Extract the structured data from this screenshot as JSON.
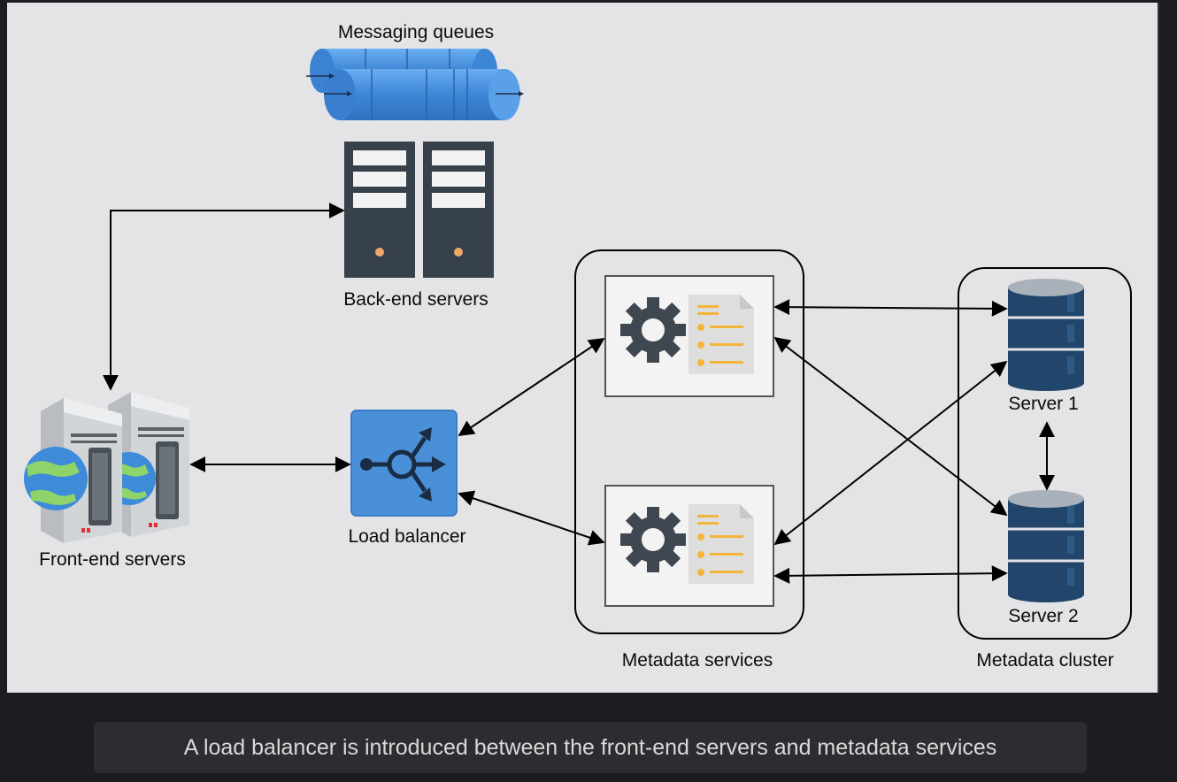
{
  "diagram": {
    "labels": {
      "messaging_queues": "Messaging queues",
      "backend_servers": "Back-end servers",
      "frontend_servers": "Front-end servers",
      "load_balancer": "Load balancer",
      "metadata_services": "Metadata services",
      "metadata_cluster": "Metadata cluster",
      "server1": "Server 1",
      "server2": "Server 2"
    },
    "icons": {
      "messaging_queues": "pipe-icon",
      "backend_servers": "server-tower-icon",
      "frontend_servers": "web-server-icon",
      "load_balancer": "load-balancer-icon",
      "metadata_service": "gear-document-icon",
      "database": "database-icon"
    },
    "colors": {
      "canvas": "#e4e4e6",
      "pipe": "#4a90d9",
      "server_dark": "#37414b",
      "load_balancer": "#4a90d9",
      "database": "#22466b",
      "document_lines": "#f4b63a",
      "gear": "#3f4850"
    }
  },
  "caption": "A load balancer is introduced between the front-end servers and metadata services"
}
